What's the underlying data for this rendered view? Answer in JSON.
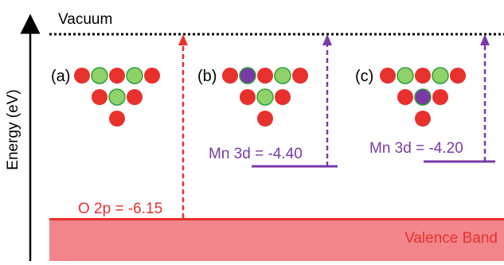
{
  "labels": {
    "vacuum": "Vacuum",
    "energy_axis": "Energy (eV)",
    "valence_band": "Valence Band"
  },
  "levels": [
    {
      "id": "o2p",
      "text": "O 2p = -6.15",
      "color": "#e8302c"
    },
    {
      "id": "mn3d_b",
      "text": "Mn 3d = -4.40",
      "color": "#7a3aa6"
    },
    {
      "id": "mn3d_c",
      "text": "Mn 3d = -4.20",
      "color": "#7a3aa6"
    }
  ],
  "structures": [
    {
      "label": "(a)",
      "rows": [
        [
          "O",
          "M",
          "O",
          "M",
          "O"
        ],
        [
          "O",
          "M",
          "O"
        ],
        [
          "O"
        ]
      ]
    },
    {
      "label": "(b)",
      "rows": [
        [
          "O",
          "Mn",
          "O",
          "M",
          "O"
        ],
        [
          "O",
          "M",
          "O"
        ],
        [
          "O"
        ]
      ]
    },
    {
      "label": "(c)",
      "rows": [
        [
          "O",
          "M",
          "O",
          "M",
          "O"
        ],
        [
          "O",
          "Mn",
          "O"
        ],
        [
          "O"
        ]
      ]
    }
  ],
  "colors": {
    "oxygen": "#e8302c",
    "metal": "#8fd26a",
    "manganese": "#7a3aa6",
    "atom_outline": "#2e9e3a",
    "valence_band_fill": "#f3868c",
    "valence_band_edge": "#e8302c",
    "valence_band_text": "#e8302c",
    "o2p_arrow": "#e8302c",
    "mn_arrow": "#7a3aa6",
    "axis": "#000000",
    "vacuum_line": "#000000"
  }
}
